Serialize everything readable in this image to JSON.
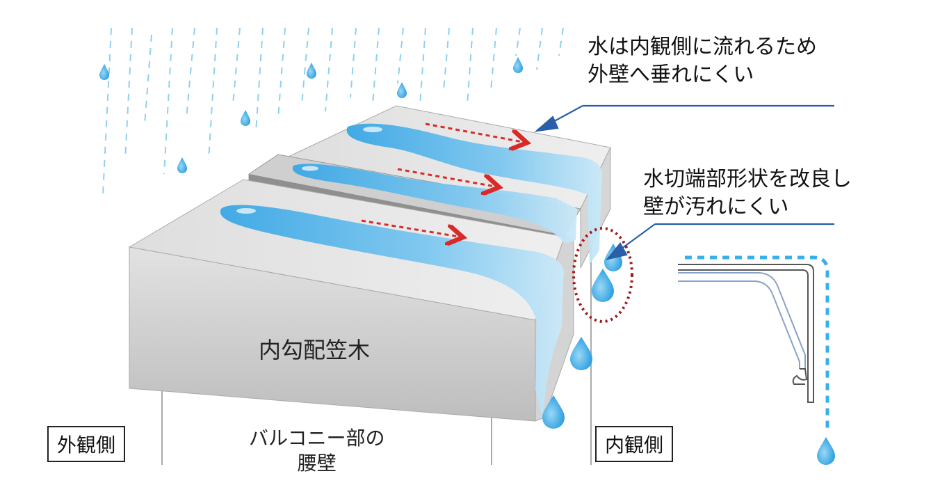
{
  "callouts": {
    "top": [
      "水は内観側に流れるため",
      "外壁へ垂れにくい"
    ],
    "middle": [
      "水切端部形状を改良し",
      "壁が汚れにくい"
    ]
  },
  "labels": {
    "product": "内勾配笠木",
    "exterior": "外観側",
    "interior": "内観側",
    "wall": [
      "バルコニー部の",
      "腰壁"
    ]
  },
  "icons": {
    "rain": "rain-streaks-icon",
    "drop": "water-drop-icon",
    "flow_arrow": "flow-direction-arrow-icon",
    "highlight": "dotted-circle-highlight-icon"
  },
  "colors": {
    "water": "#3ab0ea",
    "water_light": "#bfe4f7",
    "callout_line": "#2a5ea8",
    "flow_arrow": "#d92a2a",
    "highlight_ring": "#9b1b1b",
    "coping_top": "#e6e6e6",
    "coping_side": "#cfcfcf",
    "rain": "#7fc8ee"
  }
}
